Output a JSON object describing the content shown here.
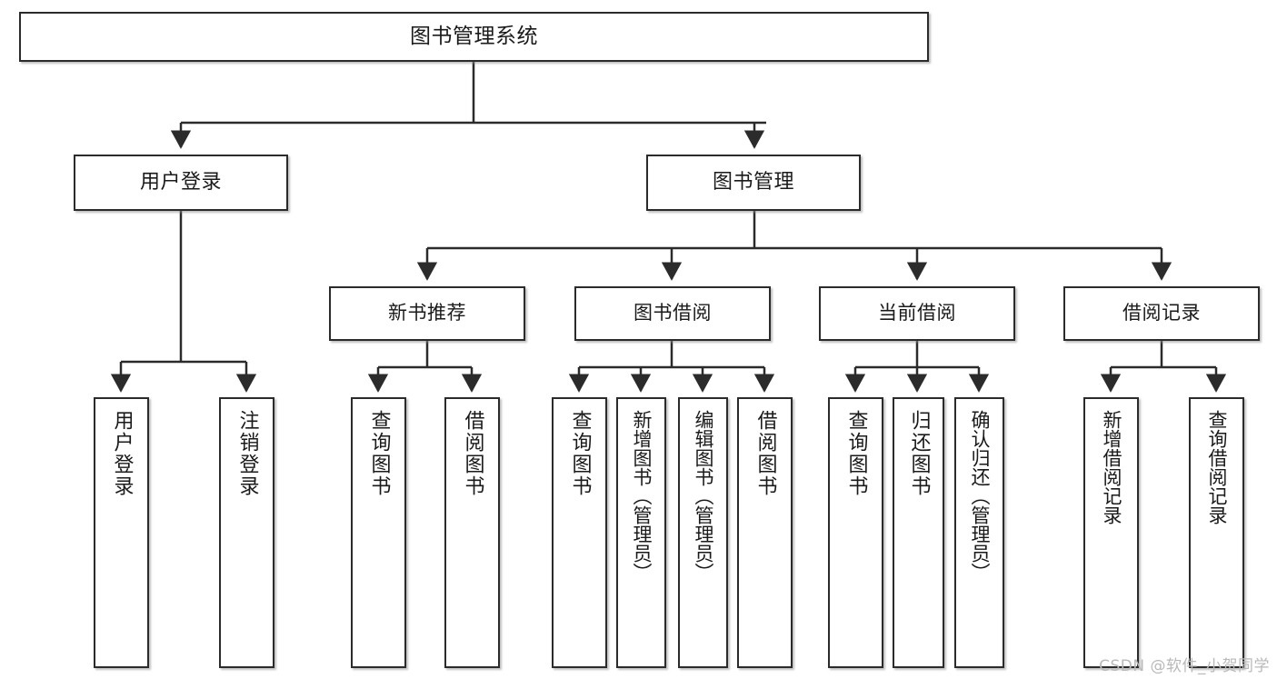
{
  "diagram": {
    "title": "图书管理系统",
    "type": "tree-hierarchy",
    "watermark": "CSDN @软件_小贺同学",
    "colors": {
      "stroke": "#2b2b2b",
      "fill": "#ffffff",
      "text": "#1a1a1a",
      "watermark": "#b9b9b9"
    },
    "nodes": {
      "root": {
        "label": "图书管理系统"
      },
      "level2": [
        {
          "id": "user-login",
          "label": "用户登录"
        },
        {
          "id": "book-manage",
          "label": "图书管理"
        }
      ],
      "level3": [
        {
          "id": "new-book-rec",
          "label": "新书推荐"
        },
        {
          "id": "book-borrow",
          "label": "图书借阅"
        },
        {
          "id": "current-borrow",
          "label": "当前借阅"
        },
        {
          "id": "borrow-record",
          "label": "借阅记录"
        }
      ],
      "leaves": [
        {
          "id": "leaf-user-login",
          "parent": "user-login",
          "label": "用户登录"
        },
        {
          "id": "leaf-user-logout",
          "parent": "user-login",
          "label": "注销登录"
        },
        {
          "id": "leaf-query-book-1",
          "parent": "new-book-rec",
          "label": "查询图书"
        },
        {
          "id": "leaf-borrow-book-1",
          "parent": "new-book-rec",
          "label": "借阅图书"
        },
        {
          "id": "leaf-query-book-2",
          "parent": "book-borrow",
          "label": "查询图书"
        },
        {
          "id": "leaf-add-book",
          "parent": "book-borrow",
          "label": "新增图书（管理员）"
        },
        {
          "id": "leaf-edit-book",
          "parent": "book-borrow",
          "label": "编辑图书（管理员）"
        },
        {
          "id": "leaf-borrow-book-2",
          "parent": "book-borrow",
          "label": "借阅图书"
        },
        {
          "id": "leaf-query-book-3",
          "parent": "current-borrow",
          "label": "查询图书"
        },
        {
          "id": "leaf-return-book",
          "parent": "current-borrow",
          "label": "归还图书"
        },
        {
          "id": "leaf-confirm-return",
          "parent": "current-borrow",
          "label": "确认归还（管理员）"
        },
        {
          "id": "leaf-add-record",
          "parent": "borrow-record",
          "label": "新增借阅记录"
        },
        {
          "id": "leaf-query-record",
          "parent": "borrow-record",
          "label": "查询借阅记录"
        }
      ]
    }
  }
}
